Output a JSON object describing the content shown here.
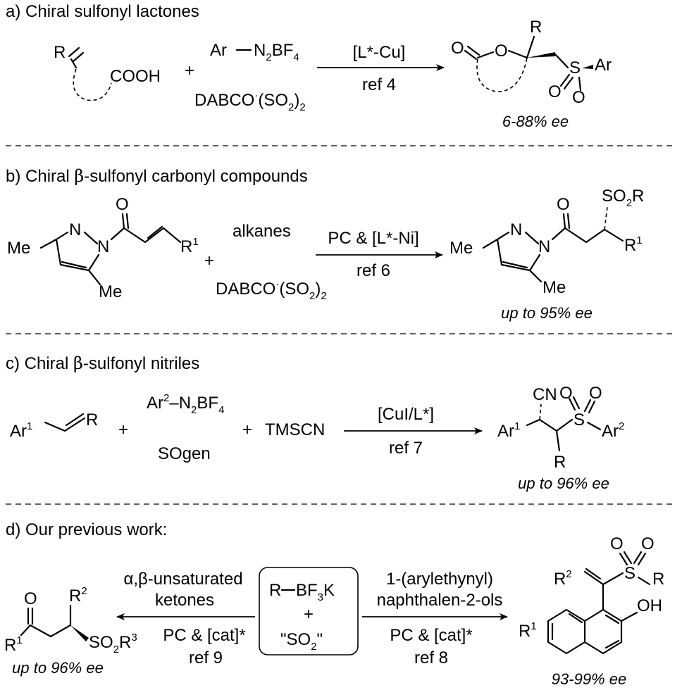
{
  "panel_a": {
    "title": "a) Chiral sulfonyl lactones",
    "substrate": {
      "r": "R",
      "acid": "COOH"
    },
    "plus": "+",
    "reagent_aryl": {
      "ar": "Ar",
      "n2bf4": "N",
      "n2bf4_sub": "2",
      "bf4": "BF",
      "bf4_sub": "4"
    },
    "reagent_so2": {
      "prefix": "DABCO",
      "dot": "·",
      "paren_open": "(SO",
      "paren_sub": "2",
      "paren_close": ")",
      "count": "2"
    },
    "arrow_top": "[L*-Cu]",
    "arrow_bottom": "ref 4",
    "product": {
      "o1": "O",
      "o2": "O",
      "r": "R",
      "s": "S",
      "ar": "Ar",
      "o3": "O",
      "o4": "O"
    },
    "ee": "6-88% ee"
  },
  "panel_b": {
    "title_prefix": "b) Chiral ",
    "title_beta": "β",
    "title_suffix": "-sulfonyl carbonyl compounds",
    "substrate": {
      "o": "O",
      "n1": "N",
      "n2": "N",
      "me1": "Me",
      "me2": "Me",
      "r": "R",
      "r_sup": "1"
    },
    "plus": "+",
    "reagent_1": "alkanes",
    "reagent_so2": {
      "prefix": "DABCO",
      "dot": "·",
      "paren_open": "(SO",
      "paren_sub": "2",
      "paren_close": ")",
      "count": "2"
    },
    "arrow_top": "PC & [L*-Ni]",
    "arrow_bottom": "ref 6",
    "product": {
      "o": "O",
      "n1": "N",
      "n2": "N",
      "me1": "Me",
      "me2": "Me",
      "so2r": "SO",
      "so2r_sub": "2",
      "so2r_r": "R",
      "r": "R",
      "r_sup": "1"
    },
    "ee": "up to 95% ee"
  },
  "panel_c": {
    "title_prefix": "c) Chiral ",
    "title_beta": "β",
    "title_suffix": "-sulfonyl nitriles",
    "substrate": {
      "ar": "Ar",
      "ar_sup": "1",
      "r": "R"
    },
    "plus1": "+",
    "reagent_aryl": {
      "ar": "Ar",
      "ar_sup": "2",
      "n2": "N",
      "n2_sub": "2",
      "bf": "BF",
      "bf_sub": "4"
    },
    "reagent_2": "SOgen",
    "plus2": "+",
    "reagent_3": "TMSCN",
    "arrow_top": "[CuI/L*]",
    "arrow_bottom": "ref 7",
    "product": {
      "cn": "CN",
      "o1": "O",
      "o2": "O",
      "s": "S",
      "ar1": "Ar",
      "ar1_sup": "1",
      "ar2": "Ar",
      "ar2_sup": "2",
      "r": "R"
    },
    "ee": "up to 96% ee"
  },
  "panel_d": {
    "title": "d) Our previous work:",
    "center_box": {
      "r": "R",
      "bf3k": "BF",
      "bf3k_sub": "3",
      "k": "K",
      "plus": "+",
      "so2": "\"SO",
      "so2_sub": "2",
      "so2_close": "\""
    },
    "left_arrow_top1": "α,β-unsaturated",
    "left_arrow_top2": "ketones",
    "left_arrow_bottom1": "PC & [cat]*",
    "left_arrow_bottom2": "ref 9",
    "left_product": {
      "o": "O",
      "r1": "R",
      "r1_sup": "1",
      "r2": "R",
      "r2_sup": "2",
      "so2": "SO",
      "so2_sub": "2",
      "r3": "R",
      "r3_sup": "3"
    },
    "left_ee": "up to 96% ee",
    "right_arrow_top1": "1-(arylethynyl)",
    "right_arrow_top2": "naphthalen-2-ols",
    "right_arrow_bottom1": "PC & [cat]*",
    "right_arrow_bottom2": "ref 8",
    "right_product": {
      "o1": "O",
      "o2": "O",
      "s": "S",
      "r": "R",
      "r2": "R",
      "r2_sup": "2",
      "oh": "OH",
      "r1": "R",
      "r1_sup": "1"
    },
    "right_ee": "93-99% ee"
  }
}
